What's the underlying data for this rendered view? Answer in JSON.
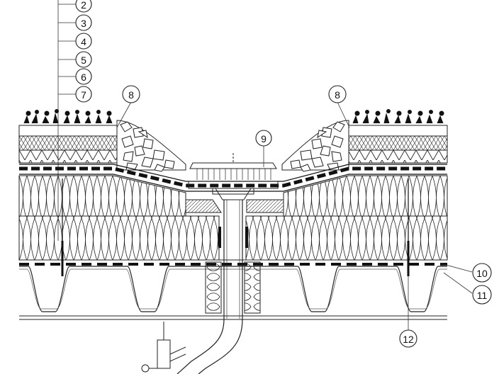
{
  "drawing": {
    "type": "roof-section-detail",
    "stroke_color": "#1a1a1a",
    "fill_dark": "#111111",
    "fill_gravel": "#ffffff"
  },
  "callouts": [
    {
      "id": "c2",
      "label": "2"
    },
    {
      "id": "c3",
      "label": "3"
    },
    {
      "id": "c4",
      "label": "4"
    },
    {
      "id": "c5",
      "label": "5"
    },
    {
      "id": "c6",
      "label": "6"
    },
    {
      "id": "c7",
      "label": "7"
    },
    {
      "id": "c8-left",
      "label": "8"
    },
    {
      "id": "c8-right",
      "label": "8"
    },
    {
      "id": "c9",
      "label": "9"
    },
    {
      "id": "c10",
      "label": "10"
    },
    {
      "id": "c11",
      "label": "11"
    },
    {
      "id": "c12",
      "label": "12"
    }
  ]
}
